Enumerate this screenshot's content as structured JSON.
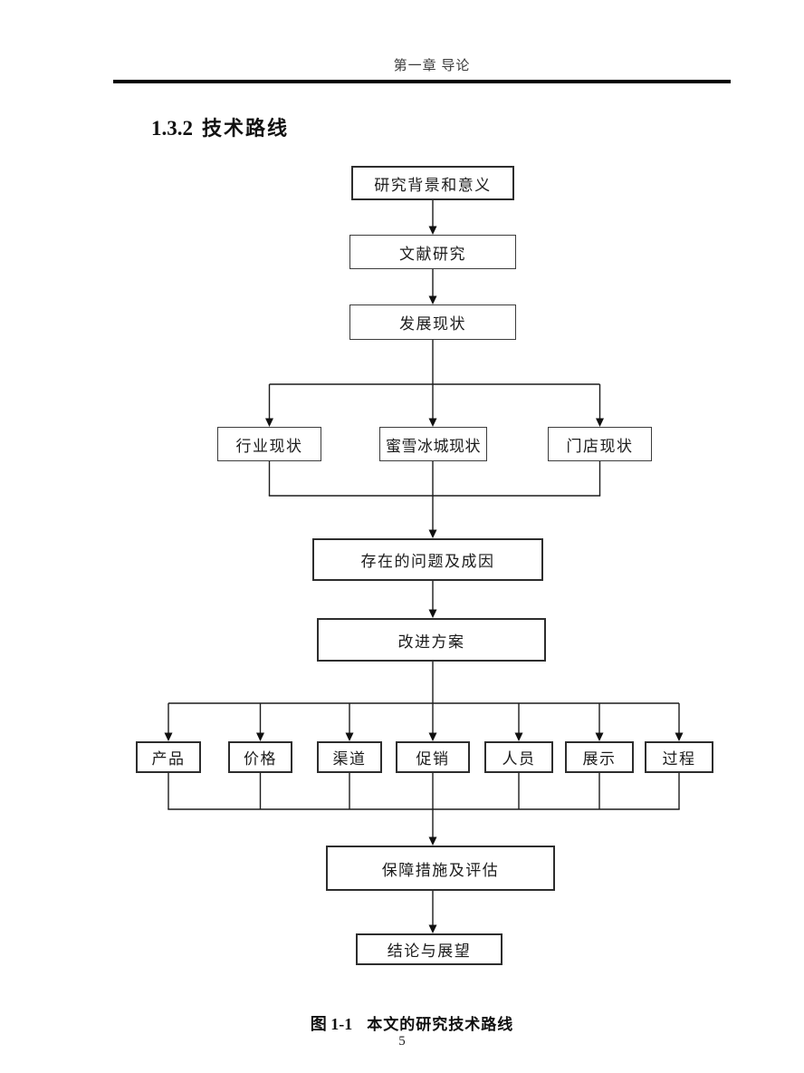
{
  "page": {
    "running_header": "第一章 导论",
    "section": {
      "number": "1.3.2",
      "title": "技术路线"
    },
    "figure_caption": {
      "label": "图 1-1",
      "text": "本文的研究技术路线"
    },
    "page_number": "5"
  },
  "flowchart": {
    "nodes": {
      "research_background": "研究背景和意义",
      "literature_review": "文献研究",
      "development_status": "发展现状",
      "industry_status": "行业现状",
      "mixue_status": "蜜雪冰城现状",
      "store_status": "门店现状",
      "problems_causes": "存在的问题及成因",
      "improvement_plan": "改进方案",
      "product": "产品",
      "price": "价格",
      "place": "渠道",
      "promotion": "促销",
      "people": "人员",
      "display": "展示",
      "process": "过程",
      "safeguard_evaluation": "保障措施及评估",
      "conclusion_outlook": "结论与展望"
    }
  },
  "colors": {
    "ink": "#1b1b1b",
    "rule": "#000000",
    "background": "#ffffff"
  }
}
